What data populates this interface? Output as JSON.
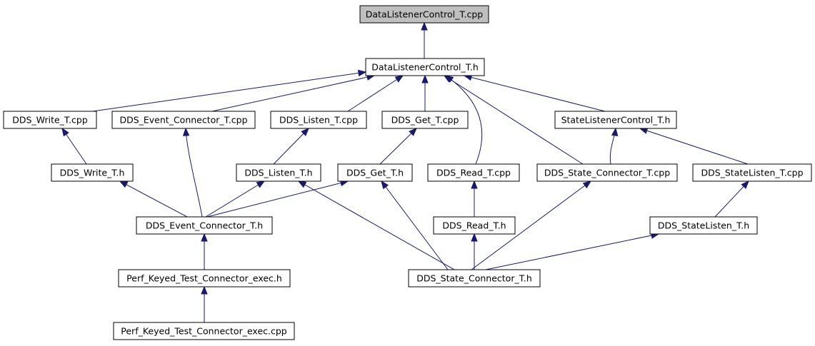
{
  "colors": {
    "edge": "#191970",
    "root_fill": "#bfbfbf",
    "node_fill": "#ffffff"
  },
  "nodes": [
    {
      "id": "n0",
      "label": "DataListenerControl_T.cpp",
      "root": true
    },
    {
      "id": "n1",
      "label": "DataListenerControl_T.h"
    },
    {
      "id": "n2",
      "label": "DDS_Write_T.cpp"
    },
    {
      "id": "n3",
      "label": "DDS_Event_Connector_T.cpp"
    },
    {
      "id": "n4",
      "label": "DDS_Listen_T.cpp"
    },
    {
      "id": "n5",
      "label": "DDS_Get_T.cpp"
    },
    {
      "id": "n6",
      "label": "StateListenerControl_T.h"
    },
    {
      "id": "n7",
      "label": "DDS_Write_T.h"
    },
    {
      "id": "n8",
      "label": "DDS_Listen_T.h"
    },
    {
      "id": "n9",
      "label": "DDS_Get_T.h"
    },
    {
      "id": "n10",
      "label": "DDS_Read_T.cpp"
    },
    {
      "id": "n11",
      "label": "DDS_State_Connector_T.cpp"
    },
    {
      "id": "n12",
      "label": "DDS_StateListen_T.cpp"
    },
    {
      "id": "n13",
      "label": "DDS_Event_Connector_T.h"
    },
    {
      "id": "n14",
      "label": "DDS_Read_T.h"
    },
    {
      "id": "n15",
      "label": "DDS_StateListen_T.h"
    },
    {
      "id": "n16",
      "label": "Perf_Keyed_Test_Connector_exec.h"
    },
    {
      "id": "n17",
      "label": "DDS_State_Connector_T.h"
    },
    {
      "id": "n18",
      "label": "Perf_Keyed_Test_Connector_exec.cpp"
    }
  ],
  "edges": [
    {
      "from": "n1",
      "to": "n0"
    },
    {
      "from": "n2",
      "to": "n1"
    },
    {
      "from": "n3",
      "to": "n1"
    },
    {
      "from": "n4",
      "to": "n1"
    },
    {
      "from": "n5",
      "to": "n1"
    },
    {
      "from": "n10",
      "to": "n1"
    },
    {
      "from": "n11",
      "to": "n1"
    },
    {
      "from": "n6",
      "to": "n1"
    },
    {
      "from": "n7",
      "to": "n2"
    },
    {
      "from": "n13",
      "to": "n3"
    },
    {
      "from": "n8",
      "to": "n4"
    },
    {
      "from": "n9",
      "to": "n5"
    },
    {
      "from": "n11",
      "to": "n6"
    },
    {
      "from": "n12",
      "to": "n6"
    },
    {
      "from": "n13",
      "to": "n7"
    },
    {
      "from": "n13",
      "to": "n8"
    },
    {
      "from": "n17",
      "to": "n8"
    },
    {
      "from": "n13",
      "to": "n9"
    },
    {
      "from": "n17",
      "to": "n9"
    },
    {
      "from": "n14",
      "to": "n10"
    },
    {
      "from": "n17",
      "to": "n11"
    },
    {
      "from": "n15",
      "to": "n12"
    },
    {
      "from": "n16",
      "to": "n13"
    },
    {
      "from": "n17",
      "to": "n14"
    },
    {
      "from": "n17",
      "to": "n15"
    },
    {
      "from": "n18",
      "to": "n16"
    }
  ]
}
